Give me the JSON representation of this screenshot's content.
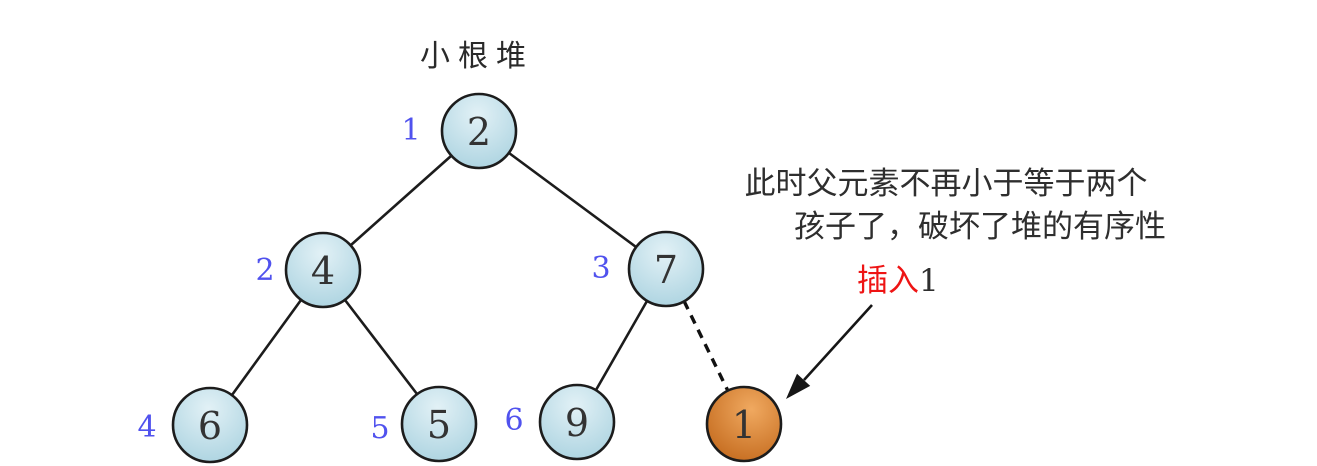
{
  "title": "小根堆",
  "palette": {
    "index_color": "#5052ee",
    "red_color": "#ee1414",
    "node_fill_light": "#e2f1f6",
    "node_fill_dark": "#a6d0de",
    "inserted_fill_light": "#f0a960",
    "inserted_fill_dark": "#c06518",
    "node_stroke": "#1c1c1c"
  },
  "heap": {
    "nodes": [
      {
        "index": "1",
        "value": "2"
      },
      {
        "index": "2",
        "value": "4"
      },
      {
        "index": "3",
        "value": "7"
      },
      {
        "index": "4",
        "value": "6"
      },
      {
        "index": "5",
        "value": "5"
      },
      {
        "index": "6",
        "value": "9"
      }
    ],
    "inserted_node": {
      "value": "1"
    }
  },
  "annotation": {
    "line1": "此时父元素不再小于等于两个",
    "line2": "孩子了，破坏了堆的有序性",
    "insert_action": "插入",
    "insert_value": "1"
  }
}
